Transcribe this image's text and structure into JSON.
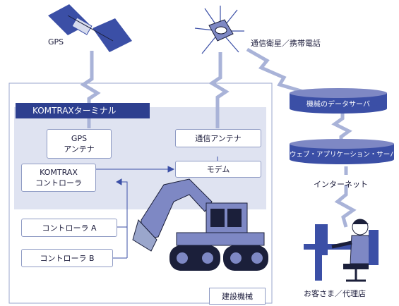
{
  "labels": {
    "gps": "GPS",
    "satellite_phone": "通信衛星／携帯電話",
    "komtrax_terminal": "KOMTRAXターミナル",
    "gps_antenna": "GPS\nアンテナ",
    "comm_antenna": "通信アンテナ",
    "komtrax_controller": "KOMTRAX\nコントローラ",
    "modem": "モデム",
    "controller_a": "コントローラ A",
    "controller_b": "コントローラ B",
    "machine_data_server": "機械のデータサーバ",
    "web_app_server": "ウェブ・アプリケーション・サーバ",
    "internet": "インターネット",
    "customer_dealer": "お客さま／代理店",
    "construction_machine": "建設機械"
  },
  "colors": {
    "panel": "#dfe3f1",
    "frame": "#9aa6cc",
    "title_bar": "#2d3f8f",
    "cylinder": "#3b4fa6",
    "zigzag": "#a9b3d8",
    "machine": "#7e88c4",
    "machine_dark": "#1b1f3a"
  },
  "icons": [
    "gps-satellite-icon",
    "comm-satellite-icon",
    "excavator-icon",
    "person-at-computer-icon"
  ]
}
